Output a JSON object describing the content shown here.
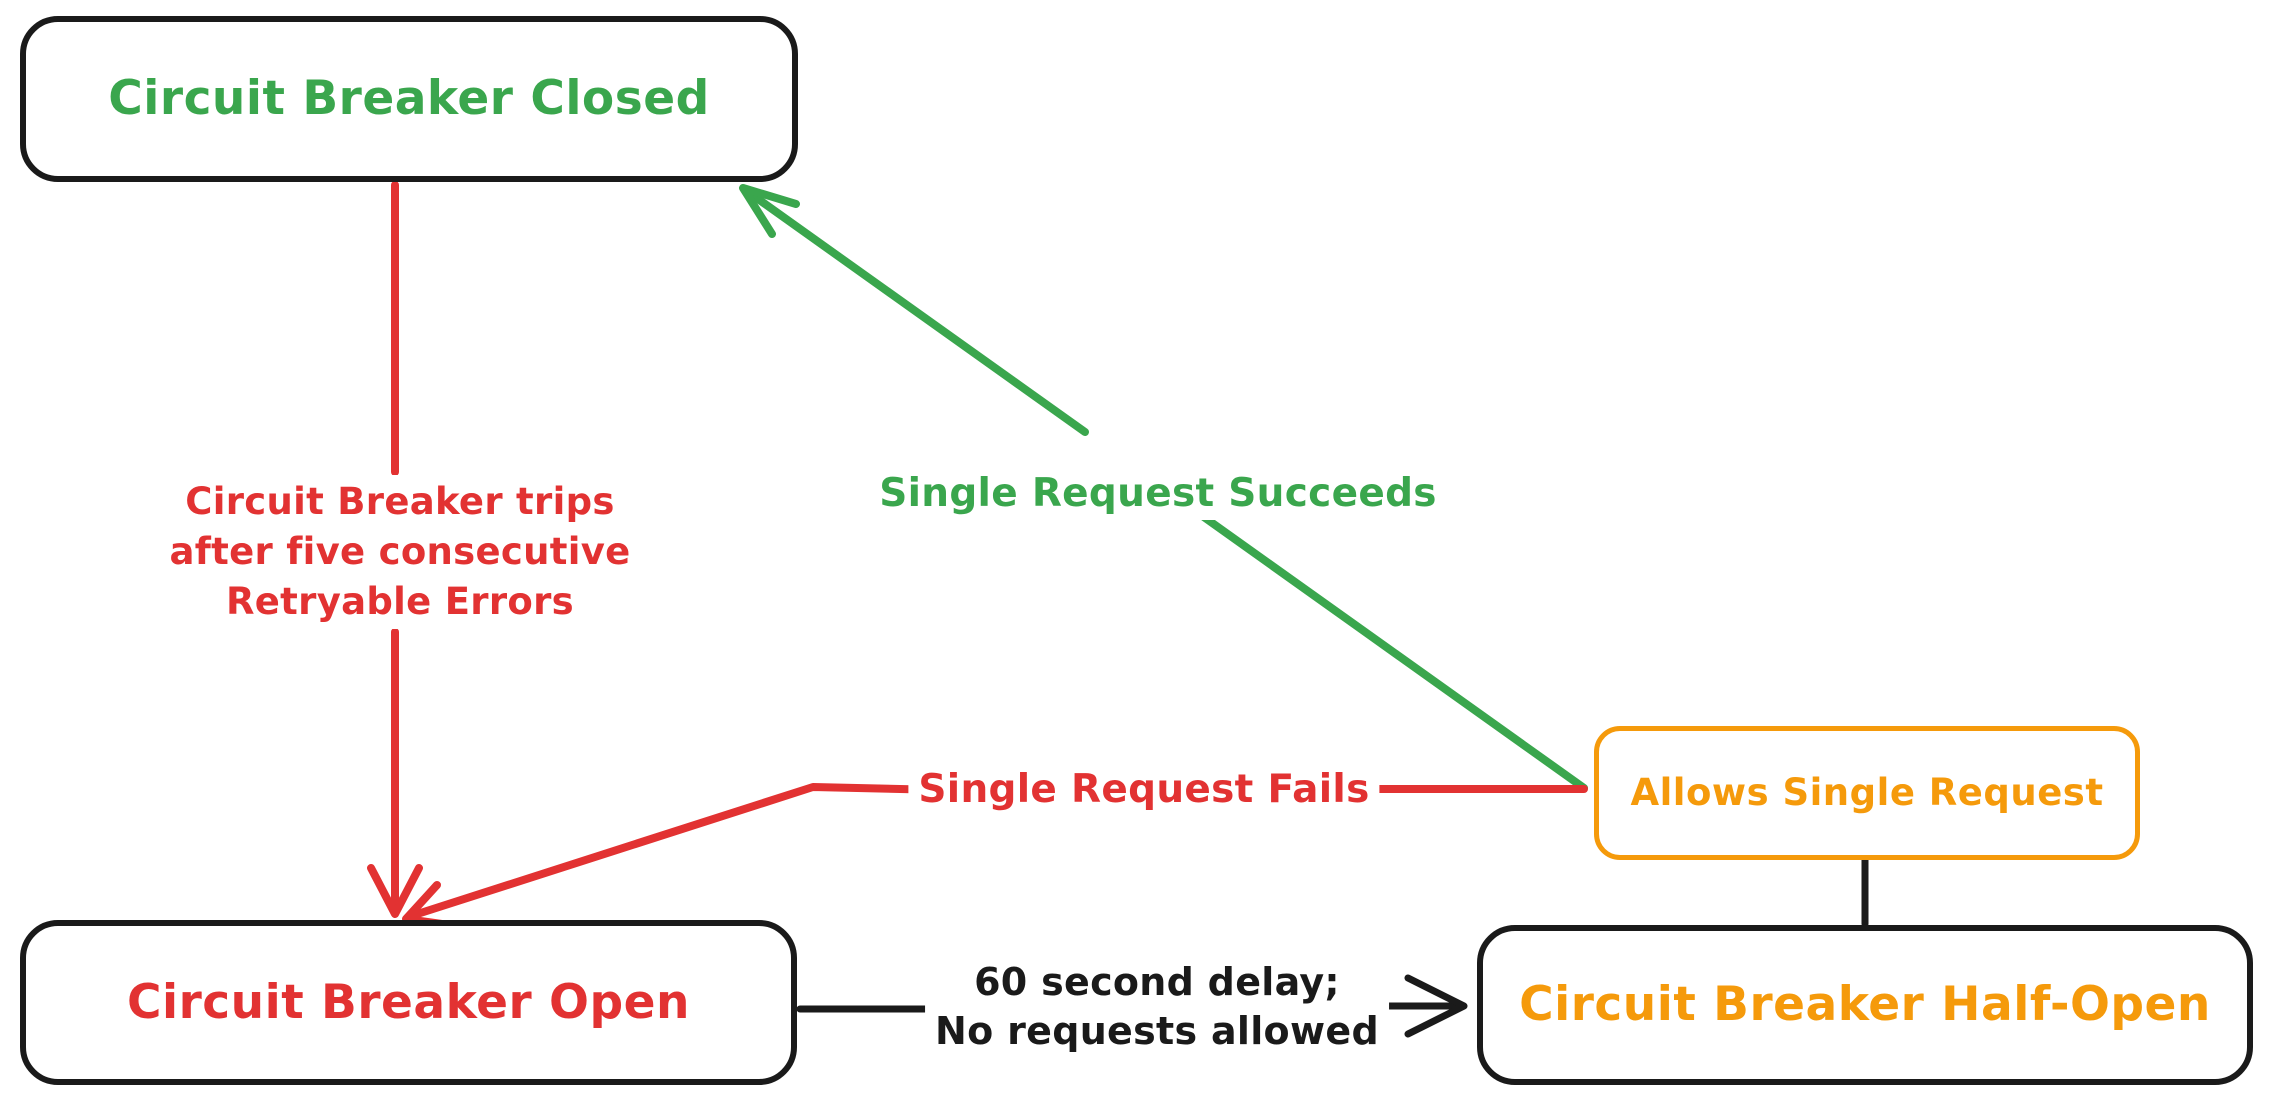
{
  "canvas": {
    "background": "#ffffff"
  },
  "colors": {
    "green": "#3aa64d",
    "red": "#e23232",
    "orange": "#f59a0b",
    "ink": "#1a1a1a"
  },
  "nodes": {
    "closed": {
      "label": "Circuit Breaker Closed",
      "text_color": "#3aa64d",
      "border_color": "#1a1a1a"
    },
    "open": {
      "label": "Circuit Breaker Open",
      "text_color": "#e23232",
      "border_color": "#1a1a1a"
    },
    "half_open": {
      "label": "Circuit Breaker Half-Open",
      "text_color": "#f59a0b",
      "border_color": "#1a1a1a"
    },
    "allows": {
      "label": "Allows Single Request",
      "text_color": "#f59a0b",
      "border_color": "#f59a0b"
    }
  },
  "edges": {
    "trips": {
      "label": "Circuit Breaker trips\nafter five consecutive\nRetryable Errors",
      "color": "#e23232",
      "from": "closed",
      "to": "open"
    },
    "succeeds": {
      "label": "Single Request Succeeds",
      "color": "#3aa64d",
      "from": "allows",
      "to": "closed"
    },
    "fails": {
      "label": "Single Request Fails",
      "color": "#e23232",
      "from": "allows",
      "to": "open"
    },
    "delay": {
      "label": "60 second delay;\nNo requests allowed",
      "color": "#1a1a1a",
      "from": "open",
      "to": "half_open"
    },
    "probe": {
      "label": "",
      "color": "#1a1a1a",
      "from": "allows",
      "to": "half_open"
    }
  }
}
